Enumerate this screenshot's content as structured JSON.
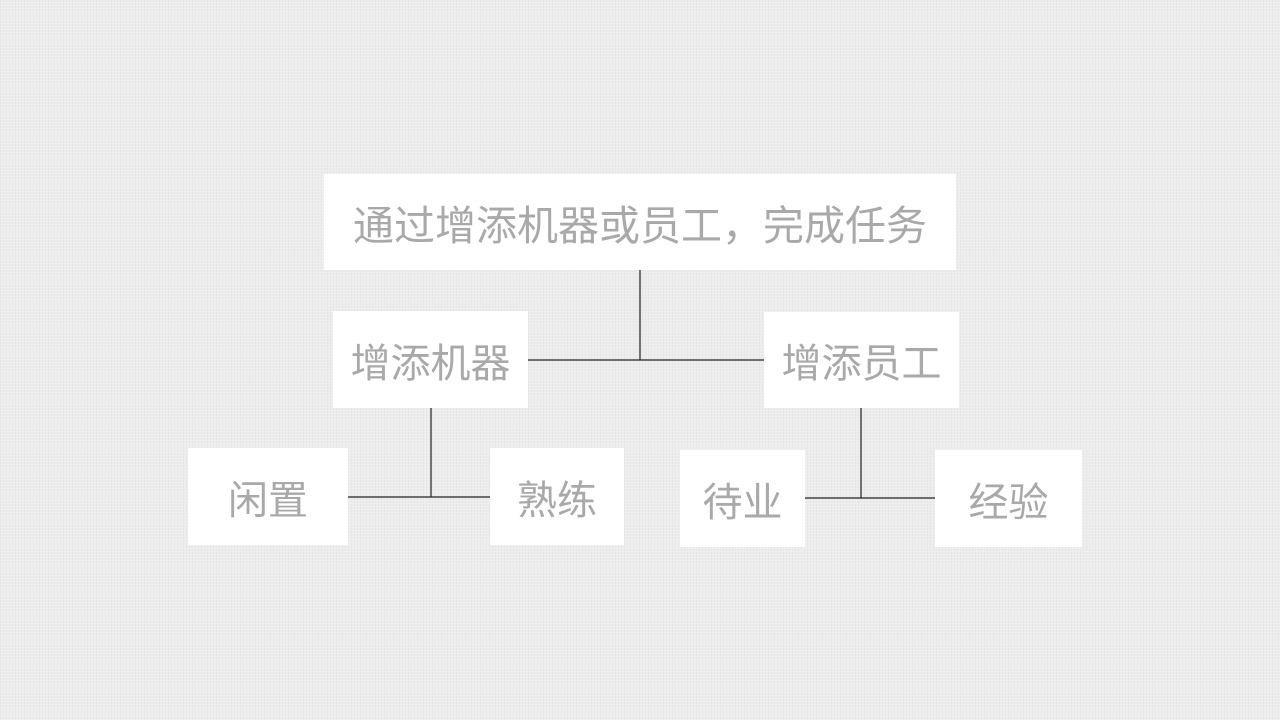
{
  "colors": {
    "background": "#ececec",
    "node_fill": "#ffffff",
    "node_text": "#a9a9a9",
    "connector": "#222222"
  },
  "diagram": {
    "root": {
      "label": "通过增添机器或员工，完成任务"
    },
    "branches": [
      {
        "label": "增添机器",
        "children": [
          {
            "label": "闲置"
          },
          {
            "label": "熟练"
          }
        ]
      },
      {
        "label": "增添员工",
        "children": [
          {
            "label": "待业"
          },
          {
            "label": "经验"
          }
        ]
      }
    ]
  }
}
